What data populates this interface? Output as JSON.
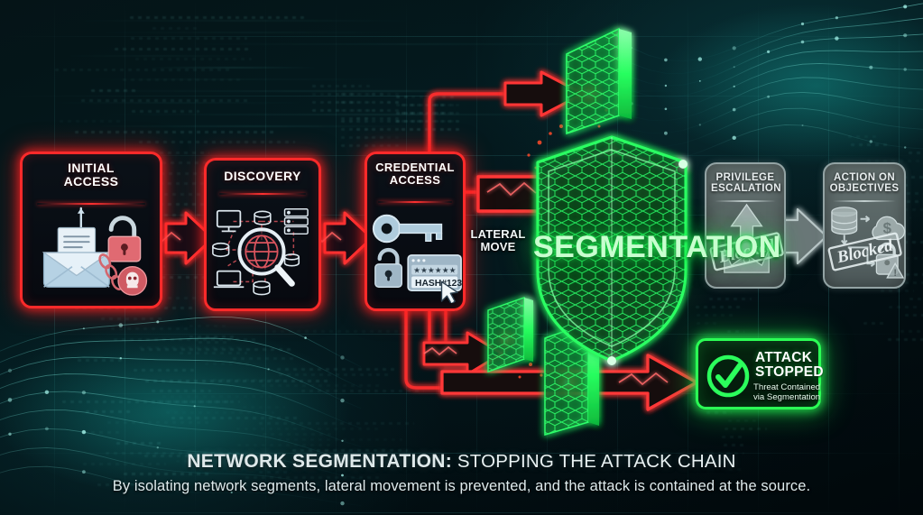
{
  "background": {
    "accent_teal": "#1f8e8a",
    "base_dark": "#03151a",
    "red_neon": "#ff2a2a",
    "green_neon": "#2bff55",
    "gray_panel": "#5a6566"
  },
  "stages": [
    {
      "id": "initial-access",
      "title": "INITIAL\nACCESS",
      "state": "active",
      "icons": [
        "envelope-phishing-icon",
        "fishing-hook-icon",
        "open-padlock-icon",
        "chain-icon",
        "skull-user-icon"
      ]
    },
    {
      "id": "discovery",
      "title": "DISCOVERY",
      "state": "active",
      "icons": [
        "monitor-icon",
        "database-icon",
        "server-rack-icon",
        "magnifier-globe-icon",
        "laptop-icon"
      ]
    },
    {
      "id": "credential-access",
      "title": "CREDENTIAL\nACCESS",
      "state": "active",
      "icons": [
        "key-icon",
        "padlock-icon",
        "password-field-icon",
        "cursor-icon"
      ],
      "password_mask": "★★★★★★",
      "hash_value": "HASH#123"
    },
    {
      "id": "privilege-escalation",
      "title": "PRIVILEGE\nESCALATION",
      "state": "blocked",
      "stamp": "Blocked",
      "icons": [
        "up-arrow-icon",
        "crown-icon"
      ]
    },
    {
      "id": "action-on-objectives",
      "title": "ACTION ON\nOBJECTIVES",
      "state": "blocked",
      "stamp": "Blocked",
      "icons": [
        "database-icon",
        "money-cloud-icon",
        "dollar-icon",
        "locked-padlock-warning-icon"
      ]
    }
  ],
  "labels": {
    "lateral_move": "LATERAL\nMOVE",
    "segmentation": "SEGMENTATION"
  },
  "attack_stopped": {
    "icon": "green-check-circle-icon",
    "title": "ATTACK\nSTOPPED",
    "subtitle": "Threat Contained\nvia Segmentation"
  },
  "caption": {
    "heading_strong": "NETWORK SEGMENTATION:",
    "heading_light": " STOPPING THE ATTACK CHAIN",
    "subtext": "By isolating network segments, lateral movement is prevented, and the attack is contained at the source."
  },
  "segments": [
    {
      "id": "segment-wall-top",
      "impact": true
    },
    {
      "id": "segment-wall-mid-left",
      "impact": true
    },
    {
      "id": "segment-wall-bottom",
      "impact": true
    }
  ]
}
